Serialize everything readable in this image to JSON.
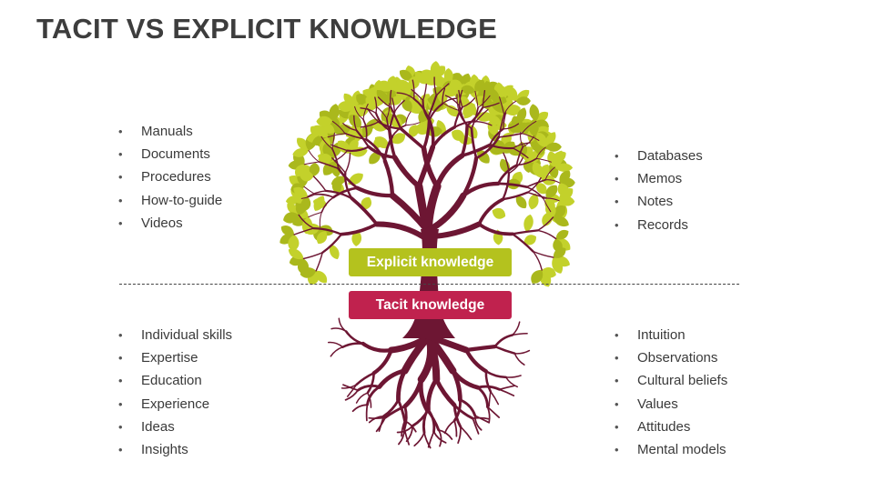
{
  "title": "TACIT VS EXPLICIT KNOWLEDGE",
  "colors": {
    "trunk": "#6d1633",
    "leaf": "#c3d12b",
    "leaf_dark": "#aab81c",
    "explicit_box": "#b4c21e",
    "tacit_box": "#c0224e"
  },
  "explicit_label": "Explicit knowledge",
  "tacit_label": "Tacit knowledge",
  "explicit_left": [
    "Manuals",
    "Documents",
    "Procedures",
    "How-to-guide",
    "Videos"
  ],
  "explicit_right": [
    "Databases",
    "Memos",
    "Notes",
    "Records"
  ],
  "tacit_left": [
    "Individual skills",
    "Expertise",
    "Education",
    "Experience",
    "Ideas",
    "Insights"
  ],
  "tacit_right": [
    "Intuition",
    "Observations",
    "Cultural beliefs",
    "Values",
    "Attitudes",
    "Mental models"
  ]
}
